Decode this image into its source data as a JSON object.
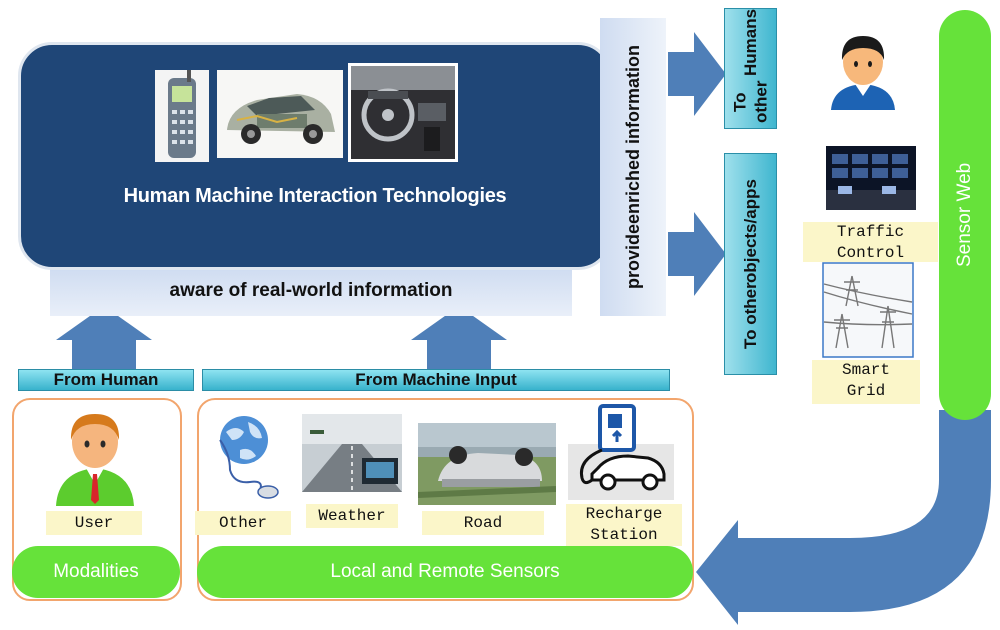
{
  "hmi": {
    "title": "Human Machine Interaction  Technologies",
    "aware_label": "aware of real-world information"
  },
  "provide": {
    "line1": "provide",
    "line2": "enriched information"
  },
  "targets": {
    "humans_line1": "To other",
    "humans_line2": "Humans",
    "objects_line1": "To other",
    "objects_line2": "objects/apps"
  },
  "sensor_web": {
    "label": "Sensor Web"
  },
  "right_labels": {
    "traffic_line1": "Traffic",
    "traffic_line2": "Control",
    "smart_line1": "Smart",
    "smart_line2": "Grid"
  },
  "inputs": {
    "from_human": "From Human",
    "from_machine": "From Machine Input"
  },
  "modalities": {
    "user_label": "User",
    "pill_label": "Modalities"
  },
  "sensors": {
    "other_label": "Other",
    "weather_label": "Weather",
    "road_label": "Road",
    "recharge_line1": "Recharge",
    "recharge_line2": "Station",
    "pill_label": "Local and Remote Sensors"
  },
  "colors": {
    "hmi_blue": "#1f4677",
    "arrow_blue": "#4f7fb8",
    "sensor_green": "#66e23a",
    "cyan_bar": "#38b2cc",
    "panel_orange": "#f2a56d",
    "tag_yellow": "#fbf6c9"
  }
}
